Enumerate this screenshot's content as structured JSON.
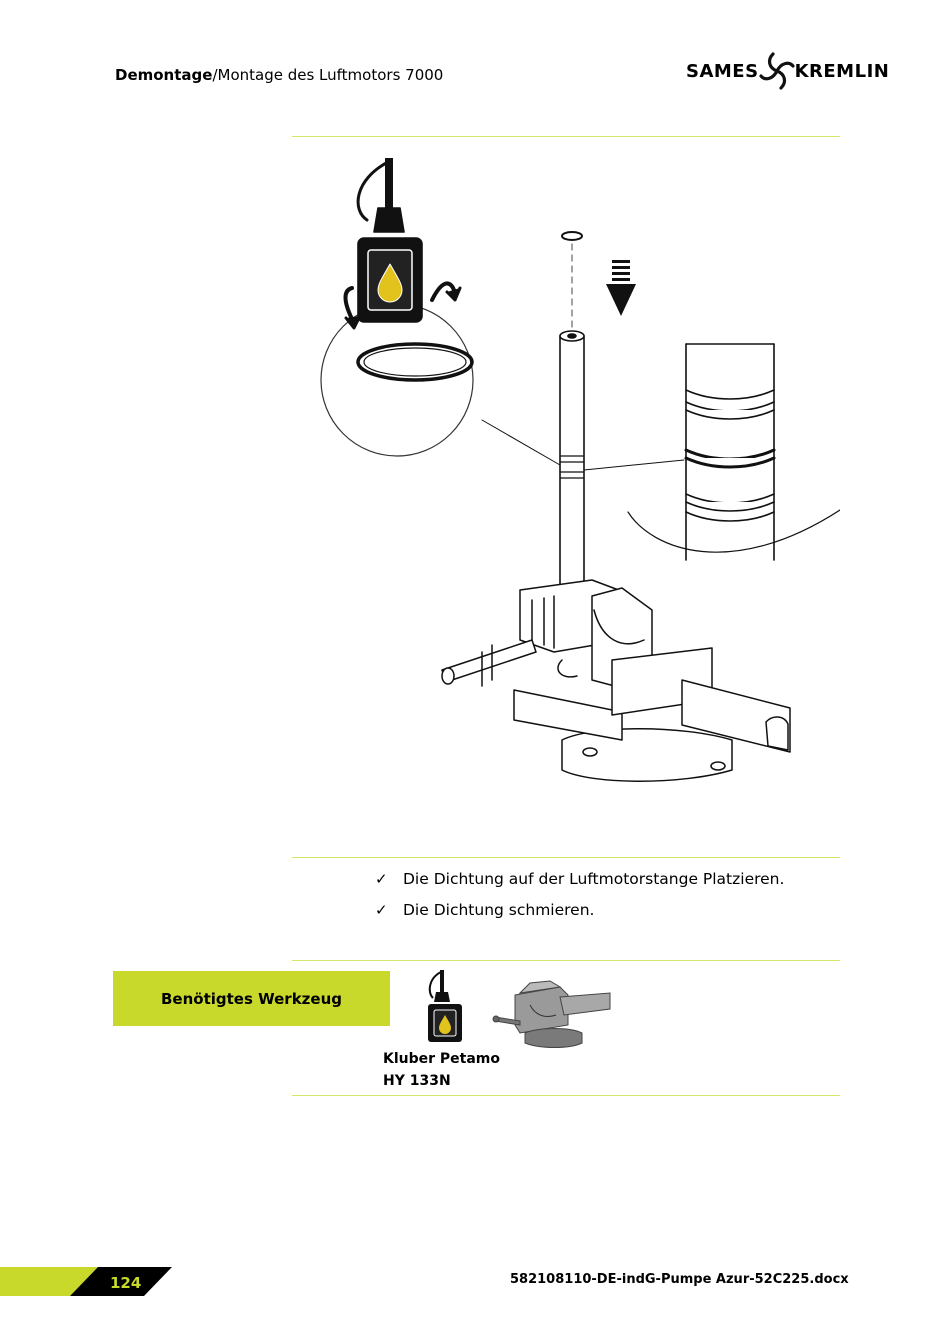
{
  "header": {
    "title_bold": "Demontage",
    "title_rest": "/Montage des Luftmotors 7000"
  },
  "logo": {
    "left_word": "SAMES",
    "right_word": "KREMLIN"
  },
  "colors": {
    "accent_green": "#c8d92b",
    "rule_green": "#d6e66a",
    "oil_yellow": "#e2c21c"
  },
  "figure": {
    "icons": [
      "oil-bottle-icon",
      "rotate-arrows-icon",
      "o-ring-detail",
      "down-arrow-icon",
      "bench-vise",
      "seal-groove-detail"
    ]
  },
  "instructions": [
    {
      "check": "✓",
      "text": "Die Dichtung auf der Luftmotorstange Platzieren."
    },
    {
      "check": "✓",
      "text": "Die Dichtung schmieren."
    }
  ],
  "tools": {
    "label": "Benötigtes Werkzeug",
    "oil_name_line1": "Kluber Petamo",
    "oil_name_line2": "HY 133N"
  },
  "footer": {
    "page_number": "124",
    "doc_id": "582108110-DE-indG-Pumpe Azur-52C225.docx"
  }
}
